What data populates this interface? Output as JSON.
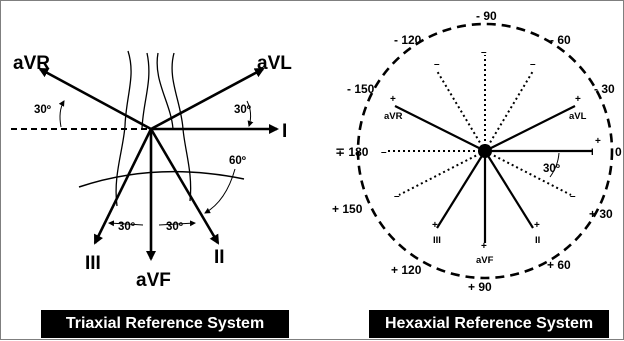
{
  "triaxial": {
    "caption": "Triaxial Reference System",
    "leads": {
      "aVR": "aVR",
      "aVL": "aVL",
      "I": "I",
      "II": "II",
      "III": "III",
      "aVF": "aVF"
    },
    "angles": {
      "left_top": "30º",
      "right_top": "30º",
      "right_mid": "60º",
      "bottom_left": "30º",
      "bottom_right": "30º"
    }
  },
  "hexaxial": {
    "caption": "Hexaxial Reference System",
    "leads": {
      "aVR": "aVR",
      "aVL": "aVL",
      "I": "I",
      "II": "II",
      "III": "III",
      "aVF": "aVF"
    },
    "degrees": {
      "top": "- 90",
      "upper_left_near": "- 120",
      "upper_right_near": "- 60",
      "upper_left_far": "- 150",
      "upper_right_far": "- 30",
      "left": "∓ 180",
      "right": "0",
      "lower_left_far": "+ 150",
      "lower_right_far": "+ 30",
      "lower_left_near": "+ 120",
      "lower_right_near": "+ 60",
      "bottom": "+ 90"
    },
    "angle_label": "30º",
    "positive_sign": "+",
    "negative_sign": "–"
  },
  "colors": {
    "ink": "#000000",
    "background": "#ffffff",
    "caption_bg": "#000000",
    "caption_text": "#ffffff"
  }
}
